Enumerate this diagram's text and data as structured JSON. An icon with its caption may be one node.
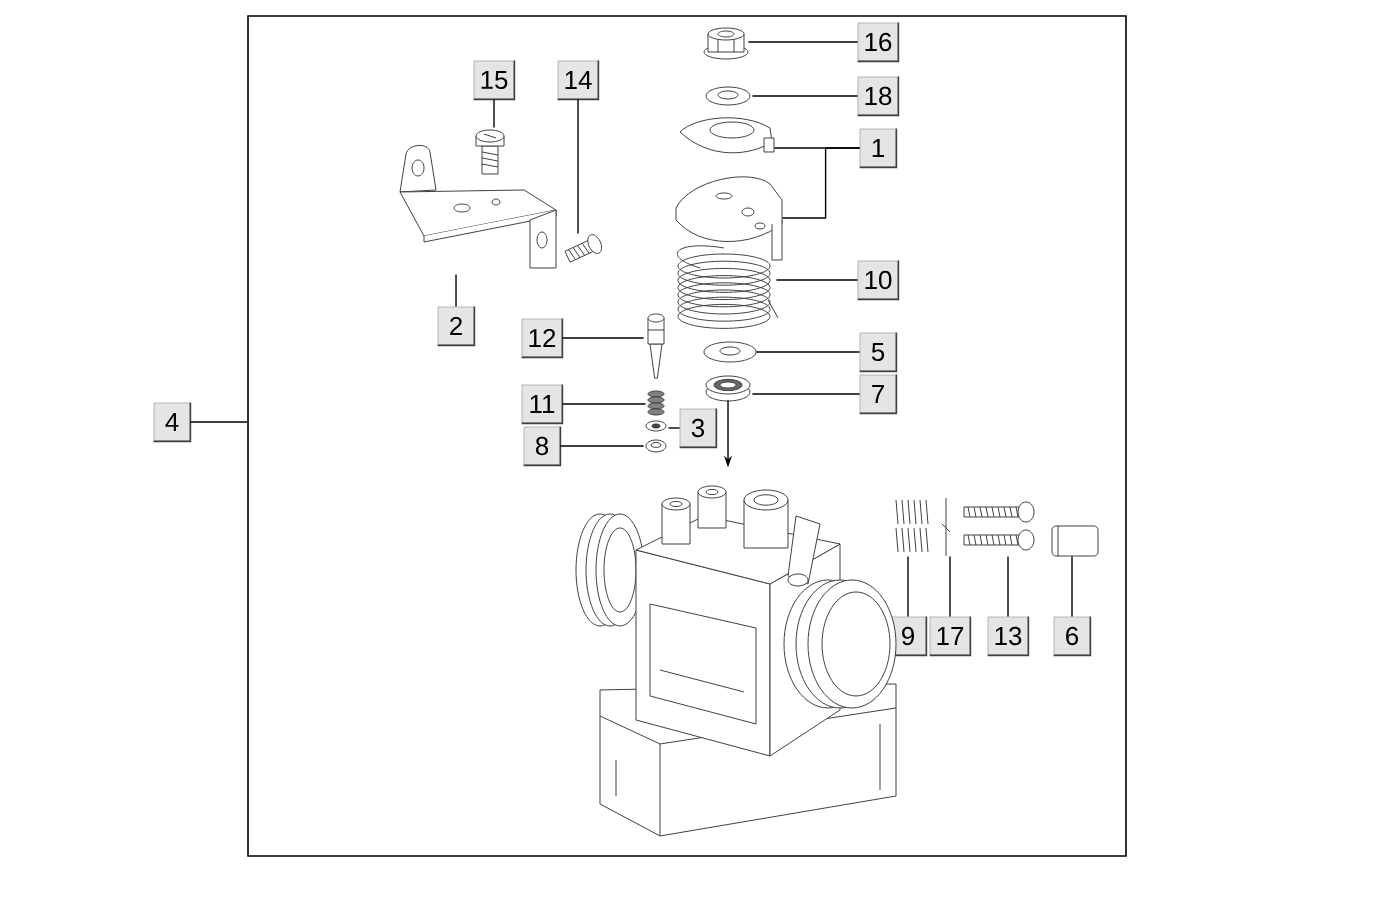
{
  "diagram": {
    "nodes": [
      {
        "text": [],
        "shape": "box"
      },
      {
        "text": [
          "16"
        ],
        "in": 0
      },
      {
        "text": [
          "18"
        ],
        "in": 0
      },
      {
        "text": [
          "1"
        ],
        "in": 0
      },
      {
        "text": [
          "15"
        ],
        "in": 0
      },
      {
        "text": [
          "14"
        ],
        "in": 0
      },
      {
        "text": [
          "10"
        ],
        "in": 0
      },
      {
        "text": [
          "2"
        ],
        "in": 0
      },
      {
        "text": [
          "12"
        ],
        "in": 0
      },
      {
        "text": [
          "5"
        ],
        "in": 0
      },
      {
        "text": [
          "7"
        ],
        "in": 0
      },
      {
        "text": [
          "11"
        ],
        "in": 0
      },
      {
        "text": [
          "3"
        ],
        "in": 0
      },
      {
        "text": [
          "8"
        ],
        "in": 0
      },
      {
        "text": [
          "9"
        ],
        "in": 0
      },
      {
        "text": [
          "17"
        ],
        "in": 0
      },
      {
        "text": [
          "13"
        ],
        "in": 0
      },
      {
        "text": [
          "6"
        ],
        "in": 0
      },
      {
        "text": [
          "4"
        ]
      },
      {
        "text": [],
        "shape": "picture",
        "in": 0
      },
      {
        "text": [],
        "shape": "picture",
        "in": 0
      },
      {
        "text": [],
        "shape": "picture",
        "in": 0
      },
      {
        "text": [],
        "shape": "picture",
        "in": 0
      },
      {
        "text": [],
        "shape": "picture",
        "in": 0
      },
      {
        "text": [],
        "shape": "picture",
        "in": 0
      },
      {
        "text": [],
        "shape": "picture",
        "in": 0
      },
      {
        "text": [],
        "shape": "picture",
        "in": 0
      },
      {
        "text": [],
        "shape": "picture",
        "in": 0
      },
      {
        "text": [],
        "shape": "picture",
        "in": 0
      },
      {
        "text": [],
        "shape": "picture",
        "in": 0
      },
      {
        "text": [],
        "shape": "picture",
        "in": 0
      },
      {
        "text": [],
        "shape": "picture",
        "in": 0
      },
      {
        "text": [],
        "shape": "picture",
        "in": 0
      },
      {
        "text": [],
        "shape": "picture",
        "in": 0
      },
      {
        "text": [],
        "shape": "picture",
        "in": 0
      },
      {
        "text": [],
        "shape": "picture",
        "in": 0
      },
      {
        "text": [],
        "shape": "picture",
        "in": 0
      },
      {
        "text": [],
        "shape": "picture",
        "in": 0
      }
    ],
    "edges": [
      {
        "from": 1,
        "to": 19,
        "arrow": "none"
      },
      {
        "from": 2,
        "to": 20,
        "arrow": "none"
      },
      {
        "from": 3,
        "to": 21,
        "arrow": "none"
      },
      {
        "from": 3,
        "to": 22,
        "arrow": "none"
      },
      {
        "from": 4,
        "to": 24,
        "arrow": "none"
      },
      {
        "from": 5,
        "to": 25,
        "arrow": "none"
      },
      {
        "from": 6,
        "to": 23,
        "arrow": "none"
      },
      {
        "from": 7,
        "to": 26,
        "arrow": "none"
      },
      {
        "from": 8,
        "to": 27,
        "arrow": "none"
      },
      {
        "from": 9,
        "to": 31,
        "arrow": "none"
      },
      {
        "from": 10,
        "to": 32,
        "arrow": "none"
      },
      {
        "from": 11,
        "to": 28,
        "arrow": "none"
      },
      {
        "from": 12,
        "to": 29,
        "arrow": "none"
      },
      {
        "from": 13,
        "to": 30,
        "arrow": "none"
      },
      {
        "from": 14,
        "to": 34,
        "arrow": "none"
      },
      {
        "from": 15,
        "to": 35,
        "arrow": "none"
      },
      {
        "from": 16,
        "to": 36,
        "arrow": "none"
      },
      {
        "from": 17,
        "to": 37,
        "arrow": "none"
      },
      {
        "from": 18,
        "to": 0,
        "arrow": "none"
      },
      {
        "from": 32,
        "to": 33,
        "arrow": "to"
      }
    ]
  }
}
